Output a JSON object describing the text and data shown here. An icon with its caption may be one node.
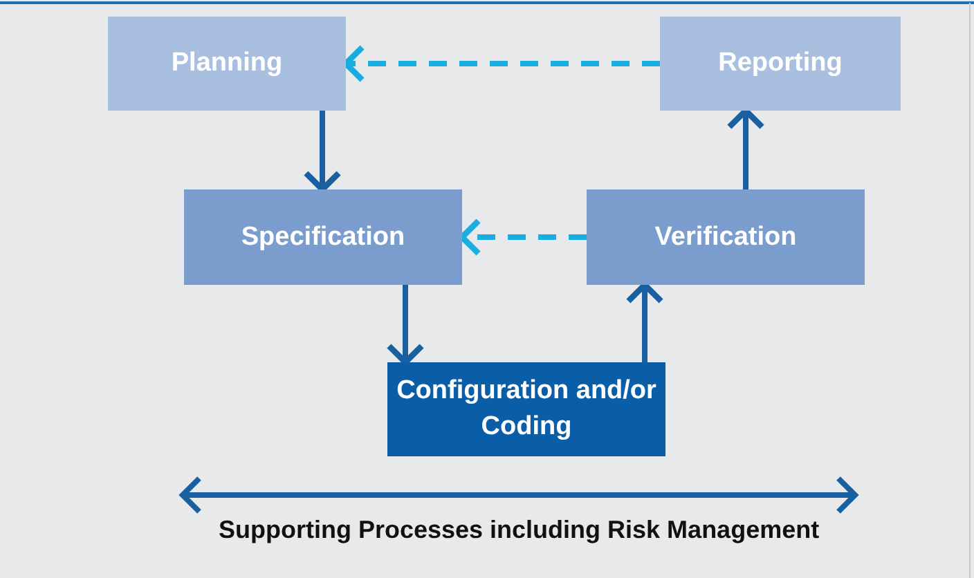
{
  "diagram": {
    "nodes": [
      {
        "text": [
          "Planning"
        ]
      },
      {
        "text": [
          "Reporting"
        ]
      },
      {
        "text": [
          "Specification"
        ]
      },
      {
        "text": [
          "Verification"
        ]
      },
      {
        "text": [
          "Configuration and/or Coding"
        ]
      }
    ],
    "edges": [
      {
        "from": 1,
        "to": 0,
        "arrow": "to",
        "style": "dashed",
        "color": "#1aaee0"
      },
      {
        "from": 0,
        "to": 2,
        "arrow": "to"
      },
      {
        "from": 3,
        "to": 2,
        "arrow": "to",
        "style": "dashed",
        "color": "#1aaee0"
      },
      {
        "from": 2,
        "to": 4,
        "arrow": "to"
      },
      {
        "from": 4,
        "to": 3,
        "arrow": "to"
      },
      {
        "from": 3,
        "to": 1,
        "arrow": "to"
      }
    ],
    "labels": [
      "Supporting Processes including Risk Management"
    ]
  }
}
